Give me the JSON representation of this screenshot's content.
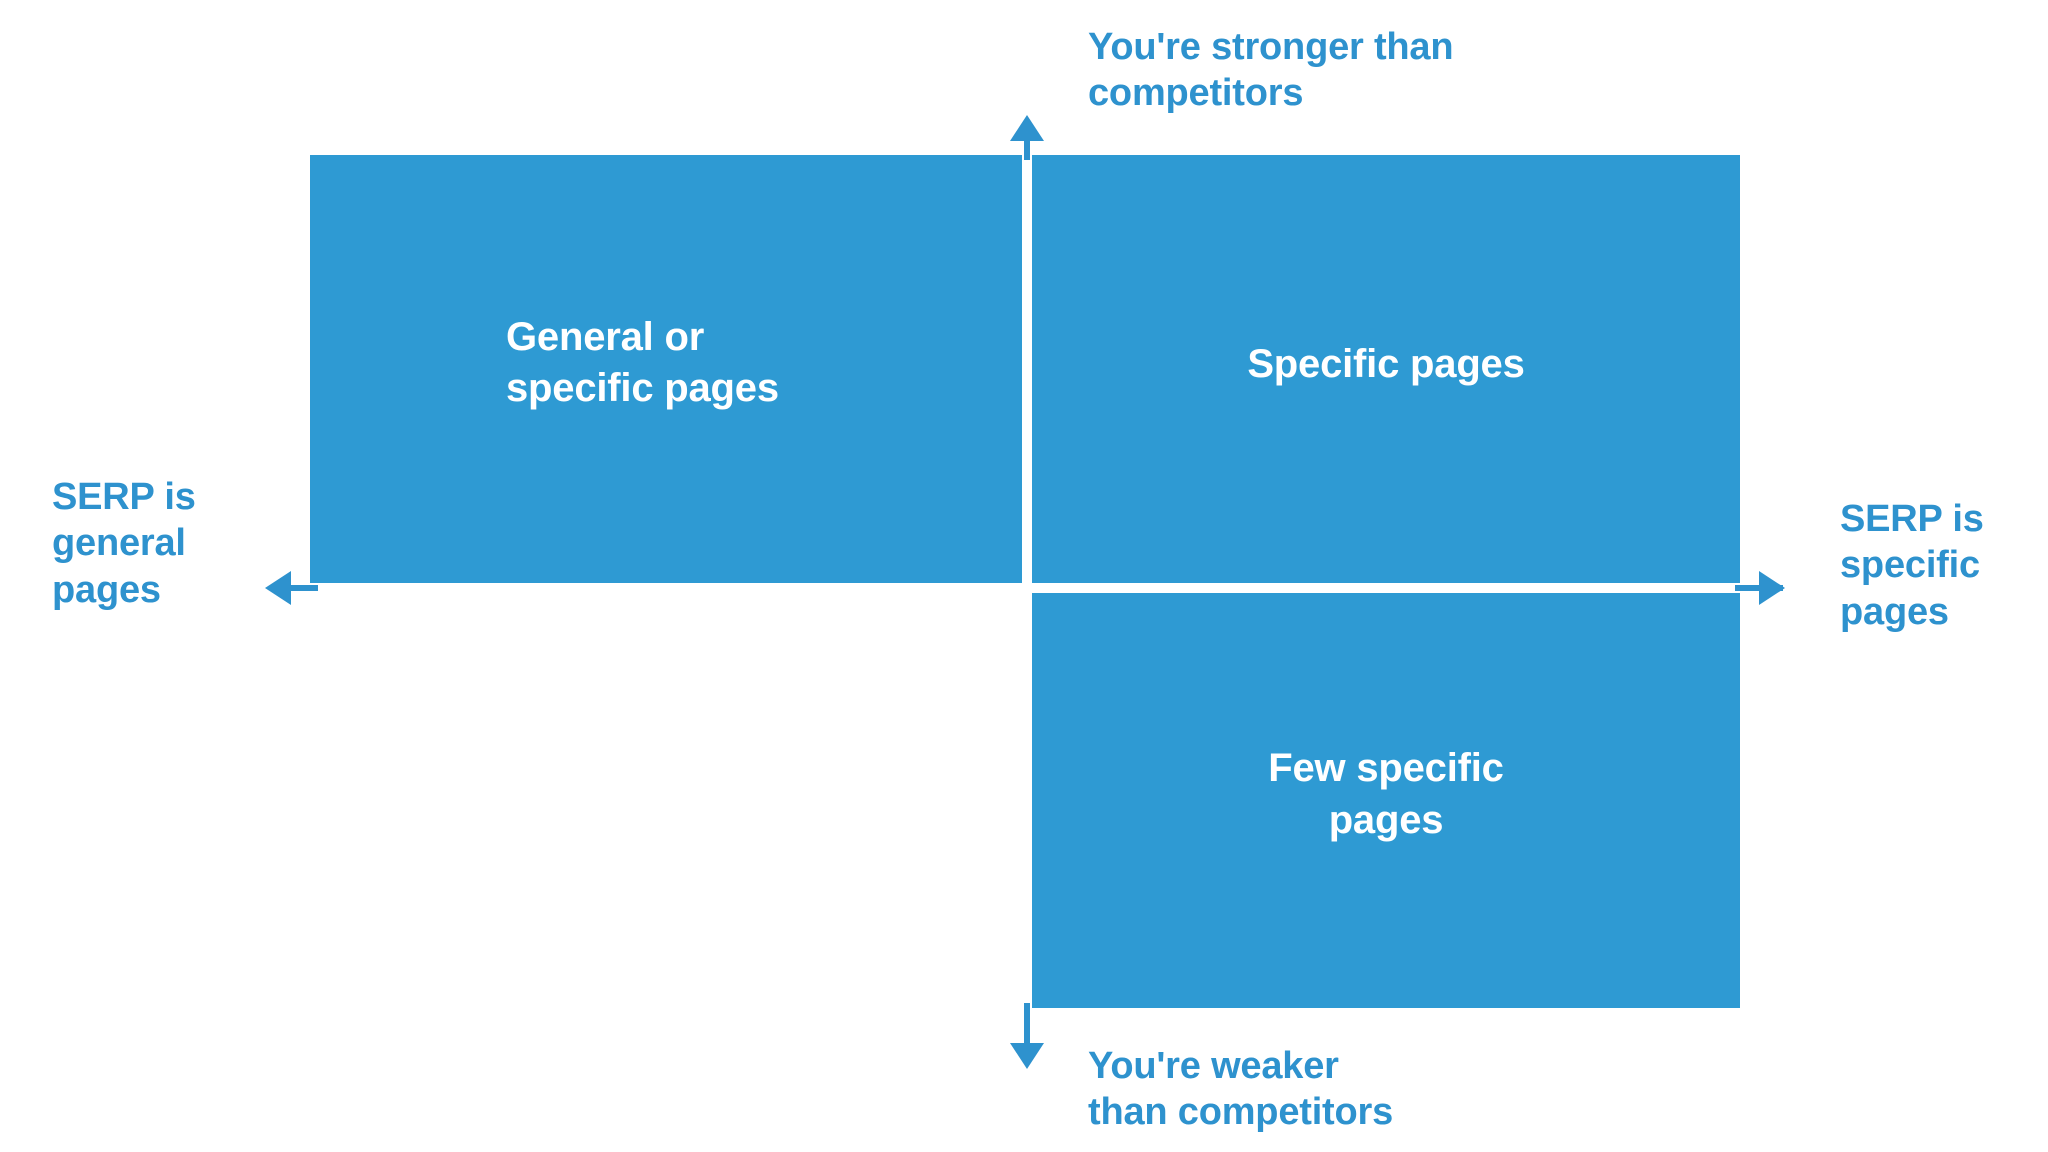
{
  "diagram": {
    "type": "quadrant-matrix",
    "title": "SERP specificity vs. competitive strength quadrant",
    "colors": {
      "quadrant_fill": "#2E9AD3",
      "axis": "#2E92CE",
      "axis_label_text": "#2E92CE",
      "quadrant_label_text": "#FFFFFF",
      "background": "#FFFFFF"
    },
    "axes": {
      "vertical": {
        "name": "competitive-strength",
        "top_label": "You're stronger than\ncompetitors",
        "bottom_label": "You're weaker\nthan competitors",
        "top_arrow_icon": "arrow-up-icon",
        "bottom_arrow_icon": "arrow-down-icon"
      },
      "horizontal": {
        "name": "serp-specificity",
        "left_label": "SERP is\ngeneral\npages",
        "right_label": "SERP is\nspecific\npages",
        "left_arrow_icon": "arrow-left-icon",
        "right_arrow_icon": "arrow-right-icon"
      }
    },
    "quadrants": [
      {
        "position": "top-left",
        "label": "General or\nspecific pages",
        "meaning": "stronger than competitors + SERP is general pages"
      },
      {
        "position": "top-right",
        "label": "Specific pages",
        "meaning": "stronger than competitors + SERP is specific pages"
      },
      {
        "position": "bottom-right",
        "label": "Few specific\npages",
        "meaning": "weaker than competitors + SERP is specific pages"
      }
    ]
  }
}
